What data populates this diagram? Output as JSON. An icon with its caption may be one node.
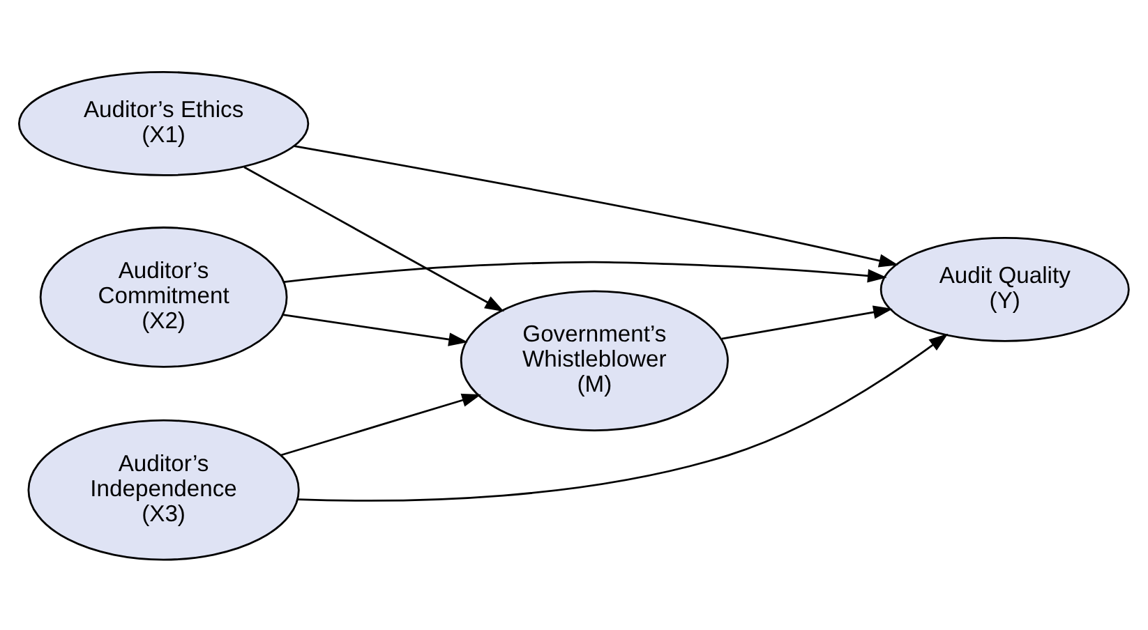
{
  "diagram": {
    "nodes": [
      {
        "text": [
          "Auditor’s Ethics (X1)"
        ]
      },
      {
        "text": [
          "Auditor’s Commitment (X2)"
        ]
      },
      {
        "text": [
          "Government’s Whistleblower (M)"
        ]
      },
      {
        "text": [
          "Audit Quality (Y)"
        ]
      },
      {
        "text": [
          "Auditor’s Independence (X3)"
        ]
      }
    ],
    "edges": [
      {
        "from": 0,
        "to": 3,
        "arrow": "to"
      },
      {
        "from": 0,
        "to": 2,
        "arrow": "to"
      },
      {
        "from": 1,
        "to": 3,
        "arrow": "to"
      },
      {
        "from": 1,
        "to": 2,
        "arrow": "to"
      },
      {
        "from": 2,
        "to": 3,
        "arrow": "to"
      },
      {
        "from": 4,
        "to": 2,
        "arrow": "to"
      },
      {
        "from": 4,
        "to": 3,
        "arrow": "to"
      }
    ]
  }
}
